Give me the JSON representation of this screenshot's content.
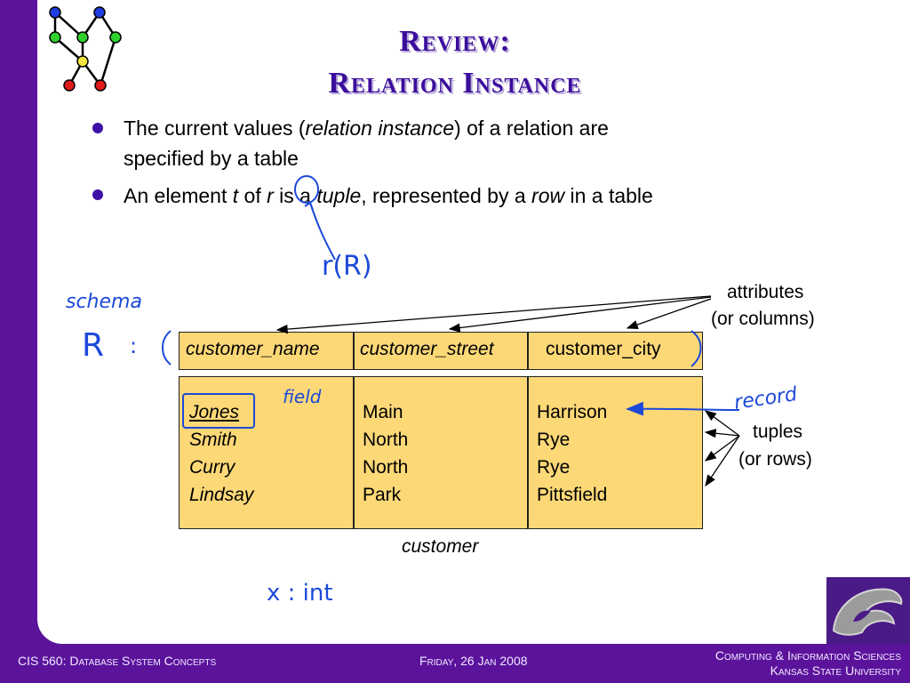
{
  "title_line1": "Review:",
  "title_line2": "Relation Instance",
  "bullet1": {
    "pre": "The current values (",
    "em": "relation instance",
    "post": ") of a relation are",
    "line2": "specified by a table"
  },
  "bullet2": {
    "a": "An element ",
    "t": "t",
    "b": " of ",
    "r": "r",
    "c": " is a ",
    "tuple": "tuple",
    "d": ", represented by a ",
    "row": "row",
    "e": " in a table"
  },
  "table": {
    "headers": [
      "customer_name",
      "customer_street",
      "customer_city"
    ],
    "names": [
      "Jones",
      "Smith",
      "Curry",
      "Lindsay"
    ],
    "streets": [
      "Main",
      "North",
      "North",
      "Park"
    ],
    "cities": [
      "Harrison",
      "Rye",
      "Rye",
      "Pittsfield"
    ],
    "caption": "customer"
  },
  "labels": {
    "attributes1": "attributes",
    "attributes2": "(or columns)",
    "tuples1": "tuples",
    "tuples2": "(or rows)"
  },
  "handwriting": {
    "rR": "r(R)",
    "schema": "schema",
    "R": "R",
    "colon": ":",
    "field": "field",
    "record": "record",
    "xint": "x : int"
  },
  "footer": {
    "left": "CIS 560: Database System Concepts",
    "center": "Friday, 26 Jan 2008",
    "right1": "Computing & Information Sciences",
    "right2": "Kansas State University"
  },
  "colors": {
    "purple": "#5b139c",
    "title": "#3b0d9c",
    "table": "#fcd877",
    "ink": "#1d49d8"
  }
}
